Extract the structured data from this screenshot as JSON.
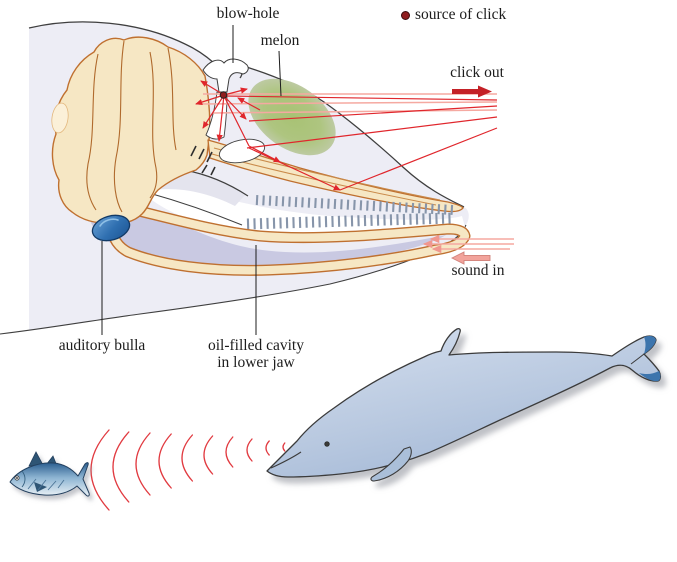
{
  "diagram": {
    "labels": {
      "blow_hole": "blow-hole",
      "melon": "melon",
      "source_of_click": "source of click",
      "click_out": "click out",
      "sound_in": "sound in",
      "auditory_bulla": "auditory bulla",
      "oil_cavity_line1": "oil-filled cavity",
      "oil_cavity_line2": "in lower jaw"
    },
    "colors": {
      "ray_red": "#e0262c",
      "ray_pink": "#f5a9a1",
      "wave_red": "#e13a40",
      "arrow_out_red": "#c42127",
      "arrow_in_pink": "#f2a39b",
      "source_dot": "#8f1d1f",
      "skull_bone": "#f6e7c4",
      "bone_outline": "#bf7030",
      "melon_green": "#a8c274",
      "oil_cavity_lavender": "#c9c9e2",
      "head_fill": "#ededf5",
      "outline_dark": "#3f3f3f",
      "auditory_bulla_blue": "#2f6fb0",
      "dolphin_blue": "#b9c9e0",
      "fish_blue": "#2a5d8f",
      "teeth_gray": "#8795aa"
    }
  }
}
